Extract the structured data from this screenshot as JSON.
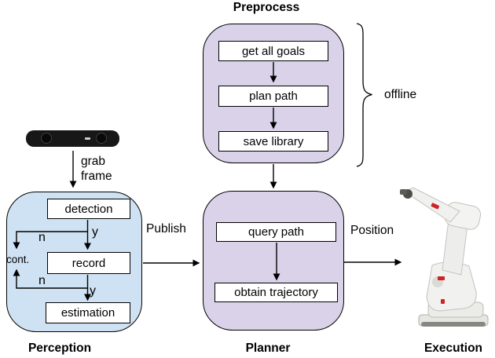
{
  "colors": {
    "perception_fill": "#cfe2f3",
    "preprocess_fill": "#d9d2e9",
    "line": "#000000"
  },
  "preprocess": {
    "title": "Preprocess",
    "steps": [
      "get all goals",
      "plan path",
      "save library"
    ],
    "side_label": "offline"
  },
  "perception": {
    "title": "Perception",
    "steps": [
      "detection",
      "record",
      "estimation"
    ],
    "labels": {
      "y1": "y",
      "n1": "n",
      "y2": "y",
      "n2": "n",
      "cont": "cont."
    }
  },
  "planner": {
    "title": "Planner",
    "steps": [
      "query path",
      "obtain trajectory"
    ]
  },
  "execution": {
    "title": "Execution"
  },
  "edges": {
    "grab_frame": "grab frame",
    "publish": "Publish",
    "position": "Position"
  }
}
